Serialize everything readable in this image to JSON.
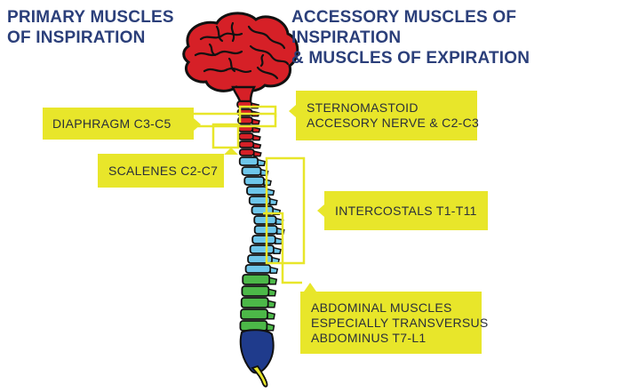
{
  "headings": {
    "primary": [
      "PRIMARY MUSCLES",
      "OF INSPIRATION"
    ],
    "accessory": [
      "ACCESSORY MUSCLES OF INSPIRATION",
      "& MUSCLES OF EXPIRATION"
    ]
  },
  "labels": {
    "diaphragm": [
      "DIAPHRAGM C3-C5"
    ],
    "scalenes": [
      "SCALENES C2-C7"
    ],
    "sternomastoid": [
      "STERNOMASTOID",
      "ACCESORY NERVE & C2-C3"
    ],
    "intercostals": [
      "INTERCOSTALS T1-T11"
    ],
    "abdominal": [
      "ABDOMINAL MUSCLES",
      "ESPECIALLY TRANSVERSUS",
      "ABDOMINUS T7-L1"
    ]
  },
  "colors": {
    "label_bg": "#e8e62a",
    "heading": "#2b3f7a",
    "brain": "#d62027",
    "cervical": "#d62027",
    "thoracic": "#6ec6ea",
    "lumbar": "#4cb848",
    "sacral": "#1f3b8c",
    "coccyx": "#e8e62a"
  }
}
